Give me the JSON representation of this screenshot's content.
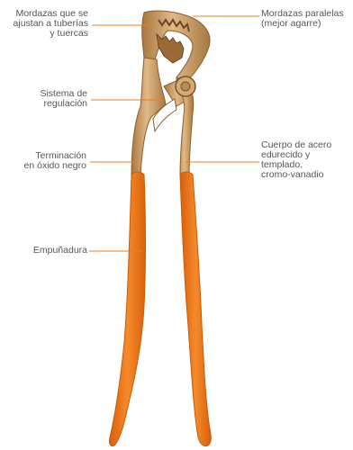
{
  "labels": {
    "jaws_pipe": [
      "Mordazas que se",
      "ajustan a tuberías",
      "y tuercas"
    ],
    "adjust_system": [
      "Sistema de",
      "regulación"
    ],
    "finish": [
      "Terminación",
      "en óxido negro"
    ],
    "grip": [
      "Empuñadura"
    ],
    "parallel_jaws": [
      "Mordazas paralelas",
      "(mejor agarre)"
    ],
    "steel_body": [
      "Cuerpo de acero",
      "edurecido y",
      "templado,",
      "cromo-vanadio"
    ]
  },
  "colors": {
    "metal": "#c79a63",
    "metal_dark": "#9a6e3e",
    "handle": "#f07b1a",
    "handle_dark": "#d8620c",
    "leader": "#f07b1a",
    "text": "#555555"
  }
}
